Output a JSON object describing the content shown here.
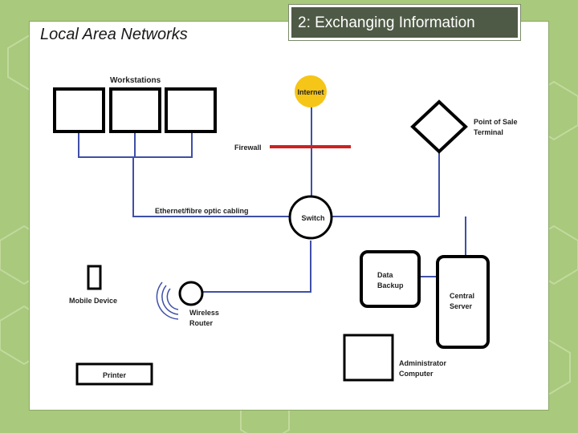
{
  "slide": {
    "title": "Local Area Networks",
    "section": "2: Exchanging Information"
  },
  "diagram": {
    "labels": {
      "workstations": "Workstations",
      "internet": "Internet",
      "point_of_sale_line1": "Point of Sale",
      "point_of_sale_line2": "Terminal",
      "firewall": "Firewall",
      "cabling": "Ethernet/fibre optic cabling",
      "switch": "Switch",
      "data_backup_line1": "Data",
      "data_backup_line2": "Backup",
      "central_server_line1": "Central",
      "central_server_line2": "Server",
      "mobile_device": "Mobile Device",
      "wireless_router_line1": "Wireless",
      "wireless_router_line2": "Router",
      "printer": "Printer",
      "admin_computer_line1": "Administrator",
      "admin_computer_line2": "Computer"
    },
    "colors": {
      "cable": "#3f4fa8",
      "firewall": "#cc2222",
      "internet": "#f5c518",
      "device_outline": "#000000"
    }
  }
}
